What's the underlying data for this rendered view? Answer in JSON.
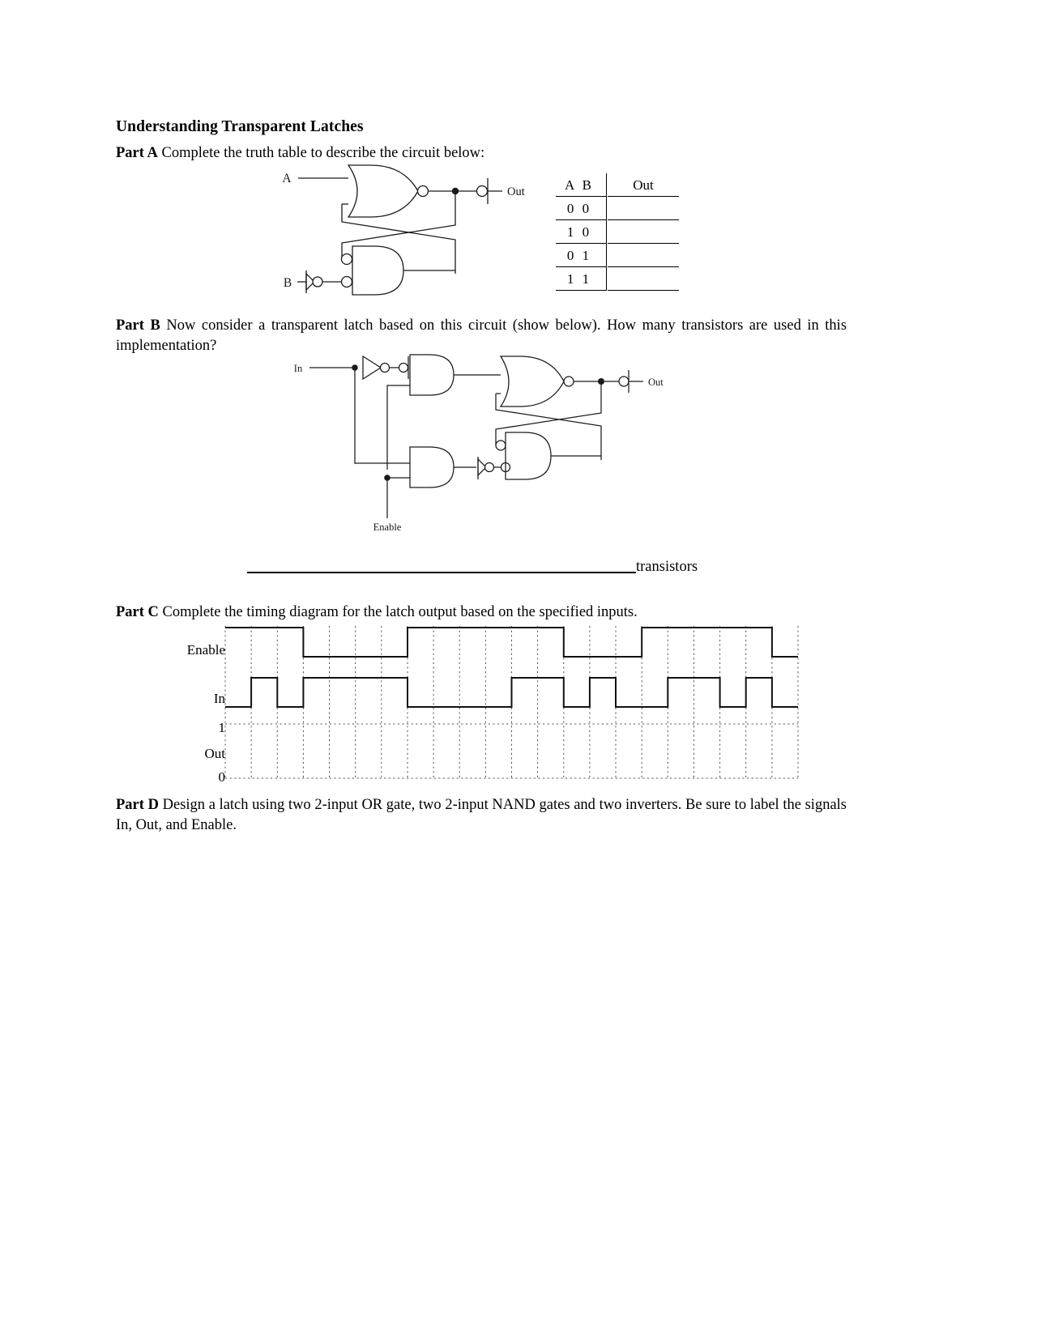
{
  "document": {
    "title": "Understanding Transparent Latches"
  },
  "partA": {
    "label": "Part A",
    "text": "Complete the truth table to describe the circuit below:",
    "circuit": {
      "input_a_label": "A",
      "input_b_label": "B",
      "output_label": "Out"
    },
    "truth_table": {
      "header_inputs": "A B",
      "header_output": "Out",
      "rows": [
        {
          "inputs": "0 0",
          "output": ""
        },
        {
          "inputs": "1 0",
          "output": ""
        },
        {
          "inputs": "0 1",
          "output": ""
        },
        {
          "inputs": "1 1",
          "output": ""
        }
      ]
    }
  },
  "partB": {
    "label": "Part B",
    "text": "Now consider a transparent latch based on this circuit (show below). How many transistors are used in this implementation?",
    "circuit": {
      "input_label": "In",
      "enable_label": "Enable",
      "output_label": "Out"
    },
    "answer_blank": {
      "value": "",
      "unit_label": "transistors"
    }
  },
  "partC": {
    "label": "Part C",
    "text": "Complete the timing diagram for the latch output based on the specified inputs.",
    "timing": {
      "row_labels": [
        "Enable",
        "In",
        "Out"
      ],
      "level_labels": {
        "high": "1",
        "low": "0"
      }
    }
  },
  "partD": {
    "label": "Part D",
    "text": "Design a latch using two 2-input OR gate, two 2-input NAND gates and two inverters. Be sure to label the signals In, Out, and Enable."
  },
  "chart_data": {
    "type": "line",
    "title": "Latch timing diagram",
    "xlabel": "",
    "ylabel": "",
    "grid": "dotted-vertical",
    "legend": "none",
    "x_units": 16,
    "series": [
      {
        "name": "Enable",
        "values": [
          1,
          1,
          1,
          0,
          0,
          0,
          0,
          1,
          1,
          1,
          1,
          1,
          1,
          0,
          0,
          0,
          1,
          1,
          1,
          1,
          1,
          0
        ]
      },
      {
        "name": "In",
        "values": [
          0,
          1,
          0,
          1,
          1,
          1,
          1,
          0,
          0,
          0,
          0,
          1,
          1,
          0,
          1,
          0,
          0,
          1,
          1,
          0,
          1,
          0
        ]
      },
      {
        "name": "Out",
        "values": []
      }
    ]
  }
}
